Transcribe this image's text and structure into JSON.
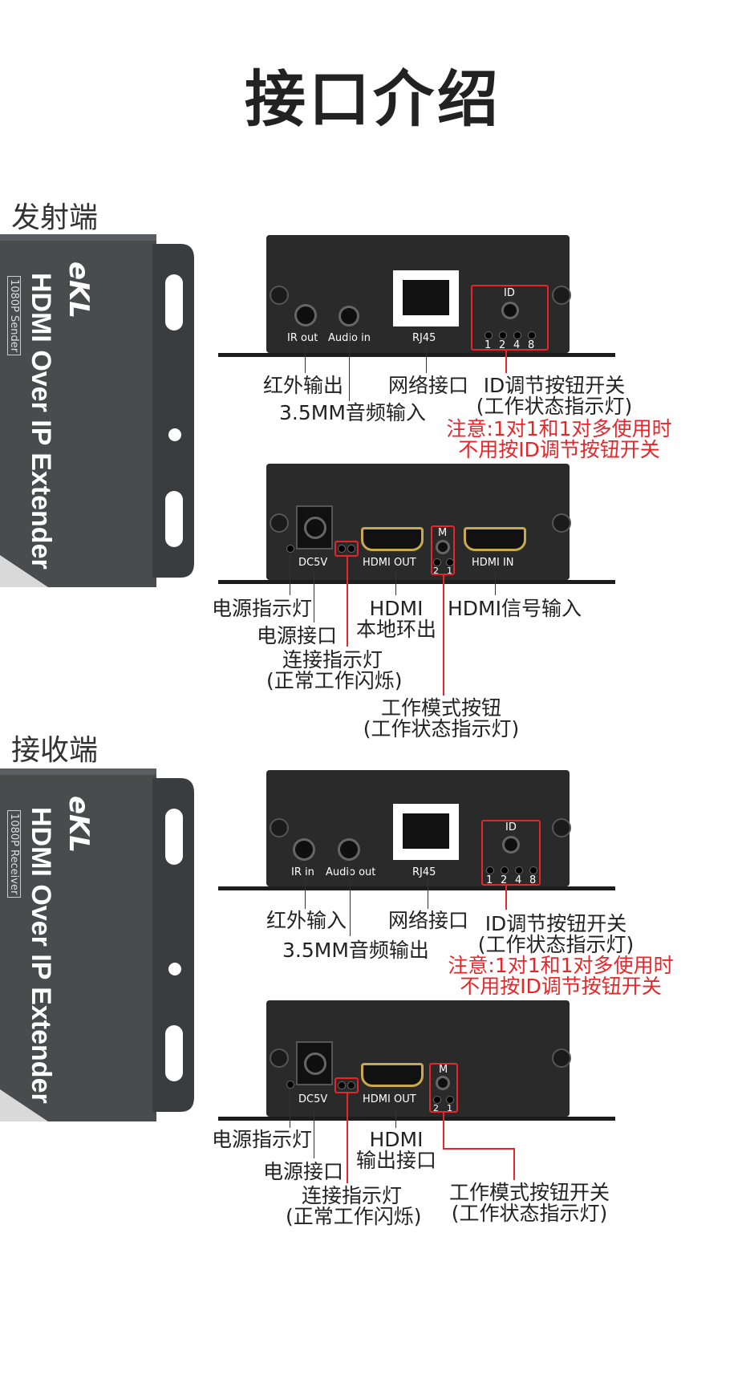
{
  "page": {
    "title": "接口介绍"
  },
  "sender": {
    "section_label": "发射端",
    "device_text": "HDMI Over IP Extender",
    "device_sub": "1080P  Sender",
    "brand": "eKL",
    "panel1": {
      "ports": [
        "IR out",
        "Audio in",
        "RJ45",
        "ID"
      ],
      "id_numbers": [
        "1",
        "2",
        "4",
        "8"
      ],
      "labels": {
        "ir": "红外输出",
        "audio": "3.5MM音频输入",
        "network": "网络接口",
        "id_line1": "ID调节按钮开关",
        "id_line2": "(工作状态指示灯)"
      },
      "note_line1": "注意:1对1和1对多使用时",
      "note_line2": "不用按ID调节按钮开关"
    },
    "panel2": {
      "ports": [
        "DC5V",
        "HDMI OUT",
        "M",
        "HDMI IN"
      ],
      "m_numbers": [
        "2",
        "1"
      ],
      "labels": {
        "power_led": "电源指示灯",
        "power_port": "电源接口",
        "link_led_1": "连接指示灯",
        "link_led_2": "(正常工作闪烁)",
        "hdmi_out_1": "HDMI",
        "hdmi_out_2": "本地环出",
        "hdmi_in": "HDMI信号输入",
        "mode_1": "工作模式按钮",
        "mode_2": "(工作状态指示灯)"
      }
    }
  },
  "receiver": {
    "section_label": "接收端",
    "device_text": "HDMI Over IP Extender",
    "device_sub": "1080P  Receiver",
    "brand": "eKL",
    "panel1": {
      "ports": [
        "IR in",
        "Audio out",
        "RJ45",
        "ID"
      ],
      "id_numbers": [
        "1",
        "2",
        "4",
        "8"
      ],
      "labels": {
        "ir": "红外输入",
        "audio": "3.5MM音频输出",
        "network": "网络接口",
        "id_line1": "ID调节按钮开关",
        "id_line2": "(工作状态指示灯)"
      },
      "note_line1": "注意:1对1和1对多使用时",
      "note_line2": "不用按ID调节按钮开关"
    },
    "panel2": {
      "ports": [
        "DC5V",
        "HDMI OUT",
        "M"
      ],
      "m_numbers": [
        "2",
        "1"
      ],
      "labels": {
        "power_led": "电源指示灯",
        "power_port": "电源接口",
        "link_led_1": "连接指示灯",
        "link_led_2": "(正常工作闪烁)",
        "hdmi_out_1": "HDMI",
        "hdmi_out_2": "输出接口",
        "mode_1": "工作模式按钮开关",
        "mode_2": "(工作状态指示灯)"
      }
    }
  },
  "colors": {
    "accent_red": "#e8262a",
    "panel": "#2a2a2a",
    "device": "#4a4b4d",
    "hdmi_gold": "#c9a94c"
  }
}
